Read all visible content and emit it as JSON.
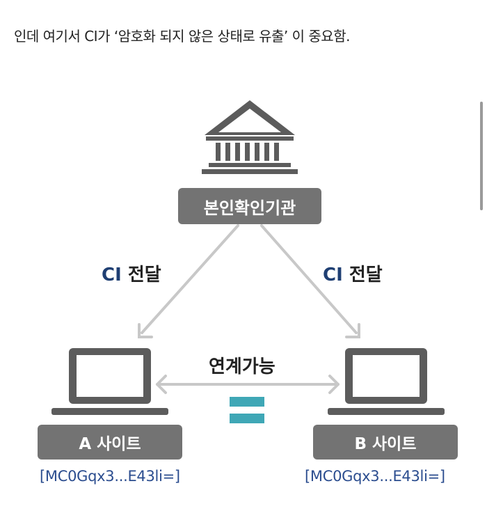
{
  "intro_text": "인데 여기서 CI가 ‘암호화 되지 않은 상태로 유출’ 이 중요함.",
  "diagram": {
    "institution_label": "본인확인기관",
    "transfer_left": {
      "ci": "CI",
      "text": "전달"
    },
    "transfer_right": {
      "ci": "CI",
      "text": "전달"
    },
    "link_label": "연계가능",
    "site_a": {
      "label": "A 사이트",
      "code": "[MC0Gqx3...E43li=]"
    },
    "site_b": {
      "label": "B 사이트",
      "code": "[MC0Gqx3...E43li=]"
    }
  },
  "colors": {
    "box": "#737373",
    "icon": "#5c5c5c",
    "arrow": "#c8c8c8",
    "equals": "#3fa7b6",
    "ci_text": "#1f3f73",
    "code_text": "#2b4d8f"
  },
  "icons": [
    "bank-building-icon",
    "laptop-icon",
    "equals-icon"
  ]
}
